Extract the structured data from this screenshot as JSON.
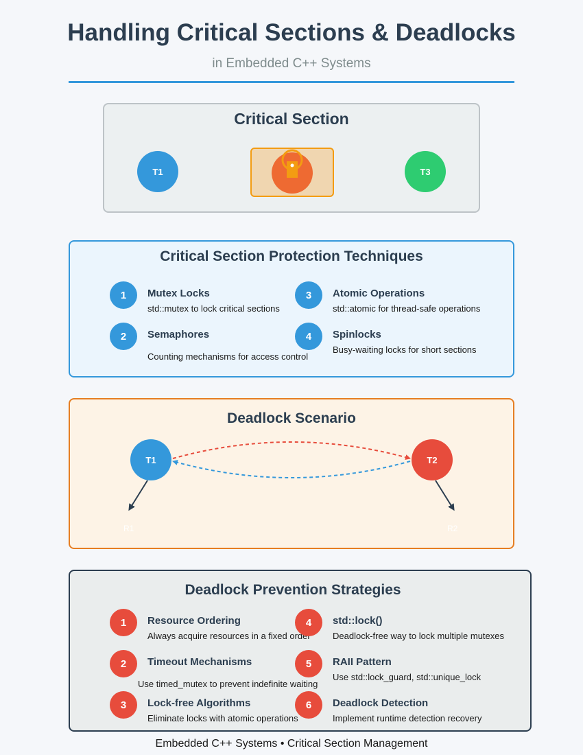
{
  "header": {
    "title": "Handling Critical Sections & Deadlocks",
    "subtitle": "in Embedded C++ Systems"
  },
  "critical_section": {
    "title": "Critical Section",
    "threads": [
      "T1",
      "T3"
    ]
  },
  "techniques": {
    "title": "Critical Section Protection Techniques",
    "items": [
      {
        "num": "1",
        "name": "Mutex Locks",
        "desc": "std::mutex to lock critical sections"
      },
      {
        "num": "2",
        "name": "Semaphores",
        "desc": "Counting mechanisms for access control"
      },
      {
        "num": "3",
        "name": "Atomic Operations",
        "desc": "std::atomic for thread-safe operations"
      },
      {
        "num": "4",
        "name": "Spinlocks",
        "desc": "Busy-waiting locks for short sections"
      }
    ]
  },
  "deadlock": {
    "title": "Deadlock Scenario",
    "thread_a": "T1",
    "thread_b": "T2",
    "resource_a": "R1",
    "resource_b": "R2"
  },
  "prevention": {
    "title": "Deadlock Prevention Strategies",
    "items": [
      {
        "num": "1",
        "name": "Resource Ordering",
        "desc": "Always acquire resources in a fixed order"
      },
      {
        "num": "2",
        "name": "Timeout Mechanisms",
        "desc": "Use timed_mutex to prevent indefinite waiting"
      },
      {
        "num": "3",
        "name": "Lock-free Algorithms",
        "desc": "Eliminate locks with atomic operations"
      },
      {
        "num": "4",
        "name": "std::lock()",
        "desc": "Deadlock-free way to lock multiple mutexes"
      },
      {
        "num": "5",
        "name": "RAII Pattern",
        "desc": "Use std::lock_guard, std::unique_lock"
      },
      {
        "num": "6",
        "name": "Deadlock Detection",
        "desc": "Implement runtime detection recovery"
      }
    ]
  },
  "footer": "Embedded C++ Systems • Critical Section Management",
  "colors": {
    "blue": "#3498db",
    "green": "#2ecc71",
    "red": "#e74c3c",
    "orange": "#e67e22",
    "lock_orange": "#f39c12",
    "dark": "#2c3e50"
  }
}
